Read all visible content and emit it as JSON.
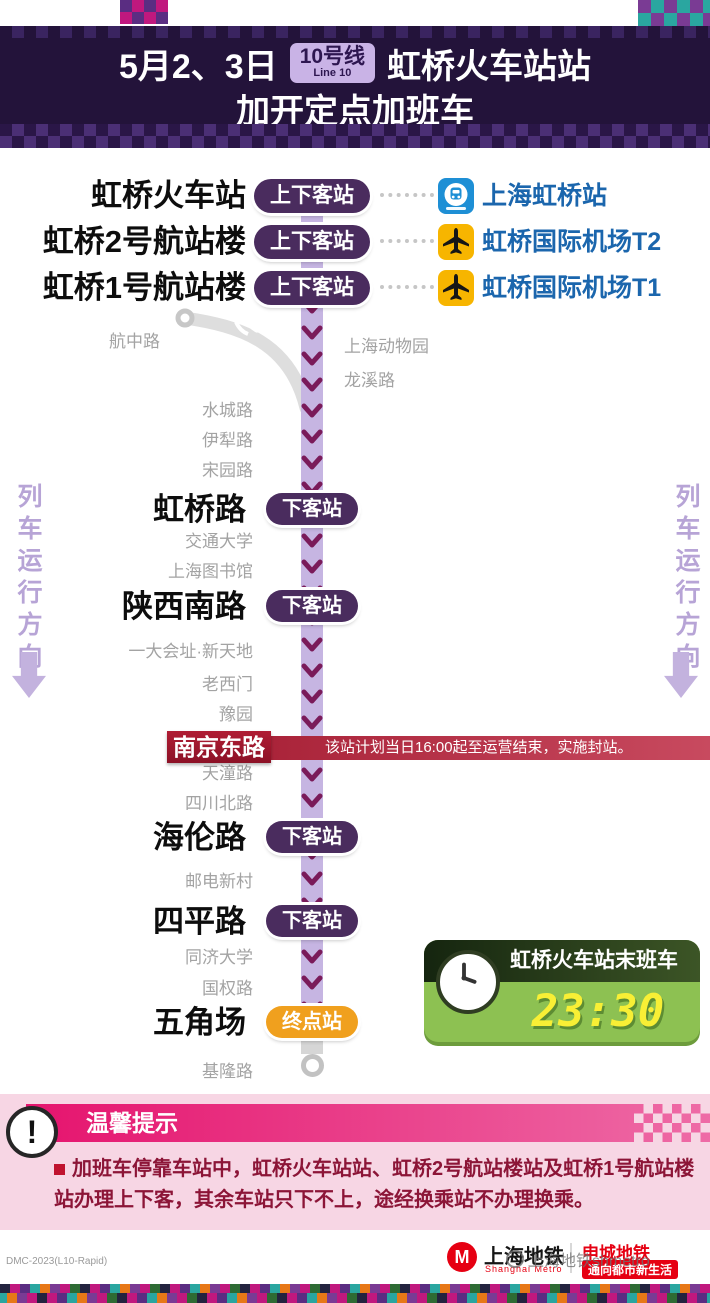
{
  "palette": {
    "header_bg": "#23133a",
    "line10_lavender": "#c6b5e2",
    "chevron_magenta": "#7a1b5a",
    "stop_badge_purple": "#4a2c5e",
    "terminal_badge_orange": "#f0a01e",
    "link_blue": "#1b66ad",
    "closed_red": "#b01d34",
    "closed_strip_red": "#c84a5f",
    "notice_bg_pink": "#f7d6e4",
    "notice_bar_magenta": "#e5146e",
    "notice_text_maroon": "#8c1537",
    "clock_green": "#8dc152",
    "time_yellow": "#f8ef35",
    "metro_red": "#e60012"
  },
  "header": {
    "date": "5月2、3日",
    "line_badge": "10号线",
    "line_badge_en": "Line 10",
    "station_title": "虹桥火车站站",
    "subtitle": "加开定点加班车"
  },
  "hubs": [
    {
      "name": "虹桥火车站",
      "badge": "上下客站",
      "link": "上海虹桥站",
      "icon": "railway-station"
    },
    {
      "name": "虹桥2号航站楼",
      "badge": "上下客站",
      "link": "虹桥国际机场T2",
      "icon": "airport"
    },
    {
      "name": "虹桥1号航站楼",
      "badge": "上下客站",
      "link": "虹桥国际机场T1",
      "icon": "airport"
    }
  ],
  "direction_label": "列车运行方向",
  "minor": [
    "航中路",
    "上海动物园",
    "龙溪路",
    "水城路",
    "伊犁路",
    "宋园路",
    "交通大学",
    "上海图书馆",
    "一大会址·新天地",
    "老西门",
    "豫园",
    "天潼路",
    "四川北路",
    "邮电新村",
    "同济大学",
    "国权路",
    "基隆路"
  ],
  "stops": [
    {
      "name": "虹桥路",
      "badge": "下客站"
    },
    {
      "name": "陕西南路",
      "badge": "下客站"
    },
    {
      "name": "海伦路",
      "badge": "下客站"
    },
    {
      "name": "四平路",
      "badge": "下客站"
    },
    {
      "name": "五角场",
      "badge": "终点站"
    }
  ],
  "closed": {
    "name": "南京东路",
    "note": "该站计划当日16:00起至运营结束，实施封站。"
  },
  "last_train": {
    "title": "虹桥火车站末班车",
    "time": "23:30"
  },
  "notice": {
    "title": "温馨提示",
    "text": "加班车停靠车站中，虹桥火车站站、虹桥2号航站楼站及虹桥1号航站楼站办理上下客，其余车站只下不上，途经换乘站不办理换乘。"
  },
  "footer": {
    "code": "DMC-2023(L10-Rapid)",
    "logo_letter": "M",
    "brand": "上海地铁",
    "brand_en": "Shanghai Metro",
    "slogan_1": "申城地铁",
    "slogan_2": "通向都市新生活",
    "watermark": "上海地铁shmetro"
  }
}
